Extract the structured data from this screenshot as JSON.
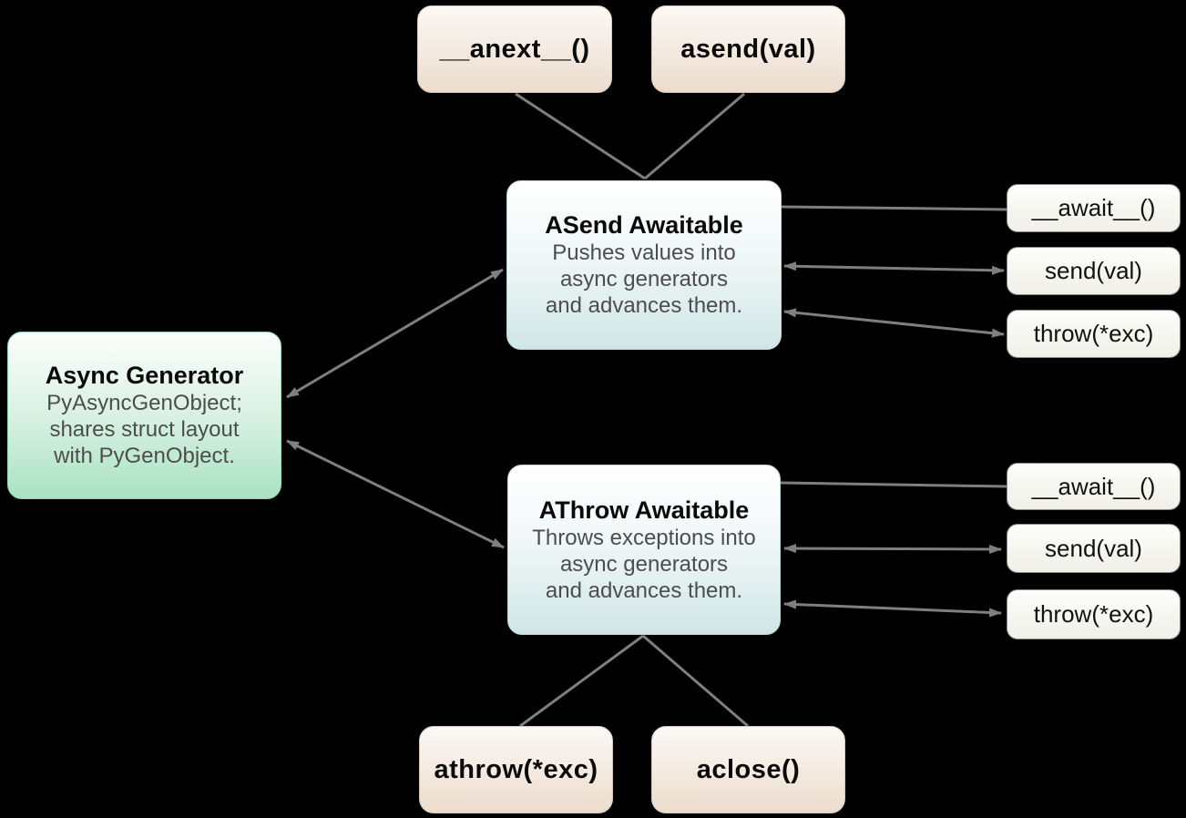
{
  "diagram": {
    "title_hint": "Python async generator awaitables diagram",
    "nodes": {
      "anext": {
        "label": "__anext__()"
      },
      "asend": {
        "label": "asend(val)"
      },
      "asend_awaitable": {
        "title": "ASend Awaitable",
        "desc": [
          "Pushes values into",
          "async generators",
          "and advances them."
        ]
      },
      "async_generator": {
        "title": "Async Generator",
        "desc": [
          "PyAsyncGenObject;",
          "shares struct layout",
          "with PyGenObject."
        ]
      },
      "athrow_awaitable": {
        "title": "AThrow Awaitable",
        "desc": [
          "Throws exceptions into",
          "async generators",
          "and advances them."
        ]
      },
      "asend_await_method": {
        "label": "__await__()"
      },
      "asend_send_method": {
        "label": "send(val)"
      },
      "asend_throw_method": {
        "label": "throw(*exc)"
      },
      "athrow_await_method": {
        "label": "__await__()"
      },
      "athrow_send_method": {
        "label": "send(val)"
      },
      "athrow_throw_method": {
        "label": "throw(*exc)"
      },
      "athrow_method": {
        "label": "athrow(*exc)"
      },
      "aclose_method": {
        "label": "aclose()"
      }
    },
    "edges": [
      {
        "from": "anext",
        "to": "asend_awaitable",
        "style": "plain"
      },
      {
        "from": "asend",
        "to": "asend_awaitable",
        "style": "plain"
      },
      {
        "from": "async_generator",
        "to": "asend_awaitable",
        "style": "double-arrow"
      },
      {
        "from": "async_generator",
        "to": "athrow_awaitable",
        "style": "double-arrow"
      },
      {
        "from": "asend_awaitable",
        "to": "asend_await_method",
        "style": "plain"
      },
      {
        "from": "asend_awaitable",
        "to": "asend_send_method",
        "style": "double-arrow"
      },
      {
        "from": "asend_awaitable",
        "to": "asend_throw_method",
        "style": "double-arrow"
      },
      {
        "from": "athrow_awaitable",
        "to": "athrow_await_method",
        "style": "plain"
      },
      {
        "from": "athrow_awaitable",
        "to": "athrow_send_method",
        "style": "double-arrow"
      },
      {
        "from": "athrow_awaitable",
        "to": "athrow_throw_method",
        "style": "double-arrow"
      },
      {
        "from": "athrow_awaitable",
        "to": "athrow_method",
        "style": "plain"
      },
      {
        "from": "athrow_awaitable",
        "to": "aclose_method",
        "style": "plain"
      }
    ],
    "colors": {
      "background": "#000000",
      "connector": "#7f7f7f",
      "beige_top": "#fbf8f5",
      "beige_bottom": "#ecdccd",
      "teal_top": "#ffffff",
      "teal_bottom": "#d0e6e6",
      "green_top": "#fbfefc",
      "green_bottom": "#a9e2c2",
      "small_box_top": "#fdfdfb",
      "small_box_bottom": "#f0f0e8",
      "title_text": "#0a0a0a",
      "body_text": "#4d4d4d"
    }
  }
}
